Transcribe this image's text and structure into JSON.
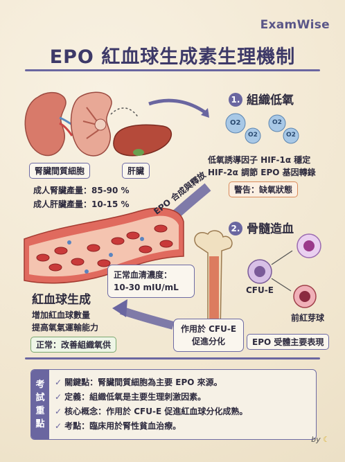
{
  "brand": "ExamWise",
  "title": "EPO 紅血球生成素生理機制",
  "organs": {
    "kidney_label": "腎臟間質細胞",
    "liver_label": "肝臟",
    "kidney_stat": "成人腎臟產量：85-90 %",
    "liver_stat": "成人肝臟產量：10-15 %"
  },
  "step1": {
    "num": "1.",
    "title": "組織低氧",
    "line1": "低氧誘導因子 HIF-1α 穩定",
    "line2": "HIF-2α 調節 EPO 基因轉錄",
    "warning": "警告：缺氧狀態",
    "o2_labels": [
      "O2",
      "O2",
      "O2",
      "O2"
    ]
  },
  "arrow_release": "EPO 合成與釋放",
  "step2": {
    "num": "2.",
    "title": "骨髓造血",
    "cfue": "CFU-E",
    "proerythroblast": "前紅芽球",
    "receptor": "EPO 受體主要表現",
    "action": [
      "作用於 CFU-E",
      "促進分化"
    ]
  },
  "blood": {
    "normal_label": "正常血清濃度：",
    "normal_value": "10-30 mIU/mL"
  },
  "rbc": {
    "title": "紅血球生成",
    "line1": "增加紅血球數量",
    "line2": "提高氧氣運輸能力",
    "normal": "正常：改善組織氧供"
  },
  "key_points": {
    "tag": [
      "考",
      "試",
      "重",
      "點"
    ],
    "items": [
      "關鍵點：腎臟間質細胞為主要 EPO 來源。",
      "定義：組織低氧是主要生理刺激因素。",
      "核心概念：作用於 CFU-E 促進紅血球分化成熟。",
      "考點：臨床用於腎性貧血治療。"
    ]
  },
  "by": "by",
  "colors": {
    "accent": "#6a66a0",
    "warning": "#d98a5a",
    "normal": "#7aa870",
    "blood": "#c93a3a"
  }
}
